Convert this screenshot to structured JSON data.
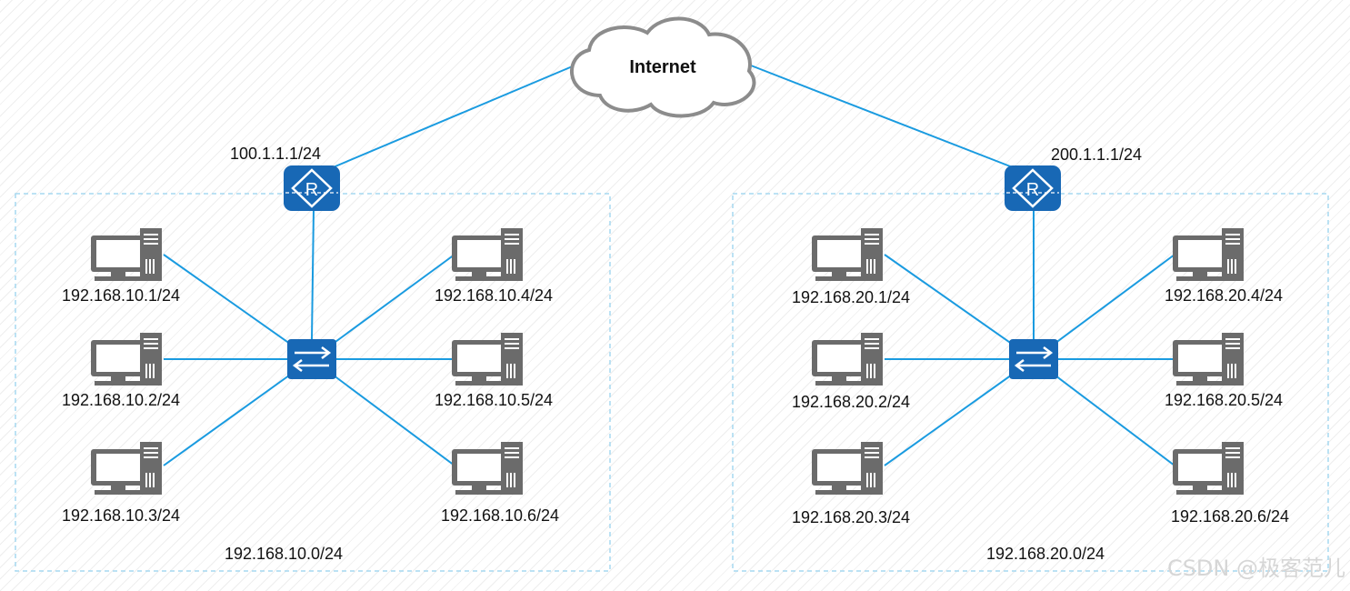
{
  "cloud": {
    "label": "Internet"
  },
  "left": {
    "router_ip": "100.1.1.1/24",
    "network": "192.168.10.0/24",
    "hosts": [
      "192.168.10.1/24",
      "192.168.10.2/24",
      "192.168.10.3/24",
      "192.168.10.4/24",
      "192.168.10.5/24",
      "192.168.10.6/24"
    ]
  },
  "right": {
    "router_ip": "200.1.1.1/24",
    "network": "192.168.20.0/24",
    "hosts": [
      "192.168.20.1/24",
      "192.168.20.2/24",
      "192.168.20.3/24",
      "192.168.20.4/24",
      "192.168.20.5/24",
      "192.168.20.6/24"
    ]
  },
  "watermark": "CSDN @极客范儿",
  "colors": {
    "link": "#1a9be0",
    "device": "#1868b5",
    "pc": "#6b6b6b",
    "zone_border": "#a6d8f0",
    "cloud_stroke": "#8c8c8c"
  }
}
